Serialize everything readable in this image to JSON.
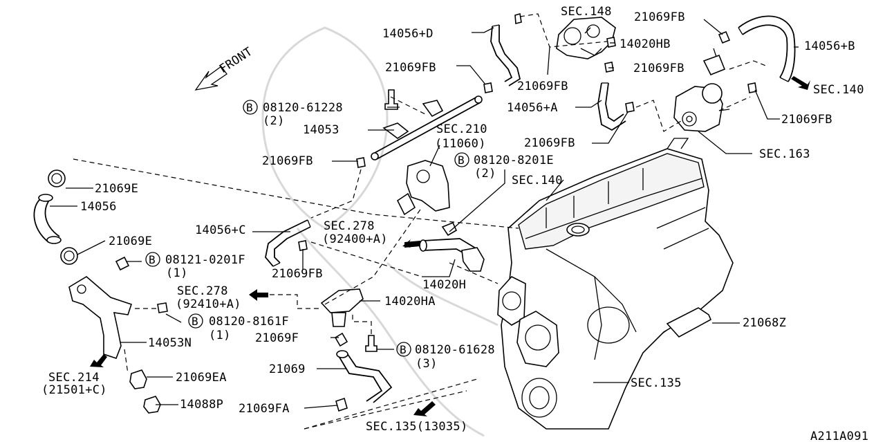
{
  "diagram": {
    "drawing_code": "A211A091",
    "front_label": "FRONT",
    "part_labels": {
      "p14056D": "14056+D",
      "p14056B": "14056+B",
      "p14056A": "14056+A",
      "p14056C": "14056+C",
      "p14056": "14056",
      "p14053": "14053",
      "p14053N": "14053N",
      "p14020HB": "14020HB",
      "p14020HA": "14020HA",
      "p14020H": "14020H",
      "p14088P": "14088P",
      "p21069FB_top": "21069FB",
      "p21069FB_a": "21069FB",
      "p21069FB_b": "21069FB",
      "p21069FB_c": "21069FB",
      "p21069FB_d": "21069FB",
      "p21069FB_e": "21069FB",
      "p21069FB_f": "21069FB",
      "p21069FB_g": "21069FB",
      "p21069E_a": "21069E",
      "p21069E_b": "21069E",
      "p21069EA": "21069EA",
      "p21069F": "21069F",
      "p21069FA": "21069FA",
      "p21069": "21069",
      "p21068Z": "21068Z"
    },
    "bolts": [
      {
        "part": "08120-61228",
        "qty": "(2)"
      },
      {
        "part": "08120-8201E",
        "qty": "(2)"
      },
      {
        "part": "08121-0201F",
        "qty": "(1)"
      },
      {
        "part": "08120-8161F",
        "qty": "(1)"
      },
      {
        "part": "08120-61628",
        "qty": "(3)"
      }
    ],
    "bolt_marker": "B",
    "sections": {
      "sec148": "SEC.148",
      "sec140_right": "SEC.140",
      "sec163": "SEC.163",
      "sec210": "SEC.210",
      "sec210_sub": "(11060)",
      "sec140_mid": "SEC.140",
      "sec278_a": "SEC.278",
      "sec278_a_sub": "(92400+A)",
      "sec278_b": "SEC.278",
      "sec278_b_sub": "(92410+A)",
      "sec214": "SEC.214",
      "sec214_sub": "(21501+C)",
      "sec135": "SEC.135",
      "sec135_bottom": "SEC.135(13035)"
    }
  }
}
